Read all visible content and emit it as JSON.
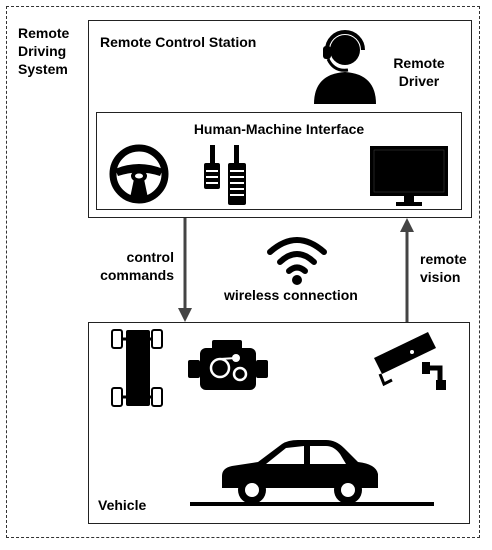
{
  "system_label": [
    "Remote",
    "Driving",
    "System"
  ],
  "station": {
    "title": "Remote Control Station",
    "driver_label": [
      "Remote",
      "Driver"
    ],
    "hmi": {
      "title": "Human-Machine Interface"
    }
  },
  "links": {
    "control_label": [
      "control",
      "commands"
    ],
    "wireless_label": "wireless connection",
    "vision_label": [
      "remote",
      "vision"
    ]
  },
  "vehicle": {
    "title": "Vehicle"
  },
  "icons": [
    "operator-headset-icon",
    "steering-wheel-icon",
    "pedals-icon",
    "monitor-icon",
    "wifi-icon",
    "chassis-icon",
    "engine-icon",
    "camera-icon",
    "car-icon"
  ]
}
